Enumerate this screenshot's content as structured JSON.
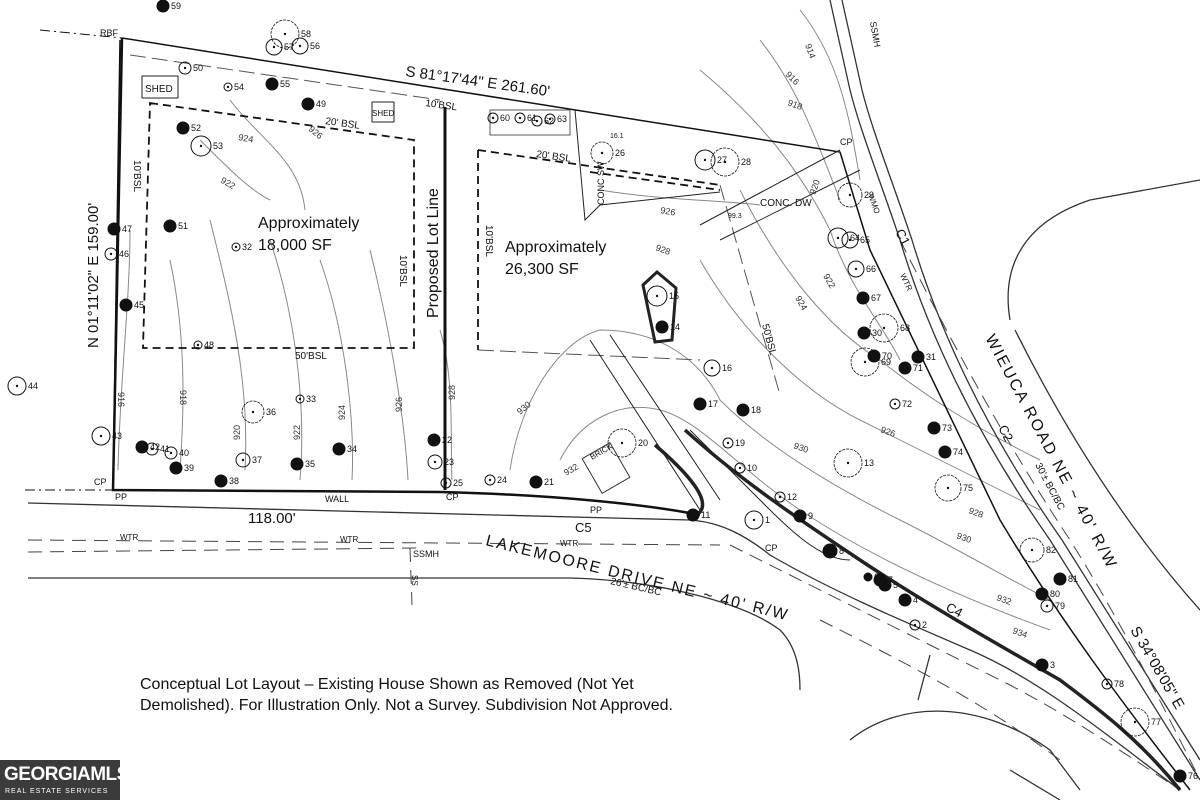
{
  "plat": {
    "bearing_north": "S 81°17'44\" E  261.60'",
    "bearing_west": "N 01°11'02\" E  159.00'",
    "bearing_east": "S 34°08'05\" E",
    "frontage_south": "118.00'",
    "road_lakemoore": "LAKEMOORE DRIVE NE ~ 40' R/W",
    "road_lakemoore_width": "26'± BC/BC",
    "road_wieuca": "WIEUCA ROAD NE ~ 40' R/W",
    "road_wieuca_width": "30'± BC/BC",
    "lot_left_line1": "Approximately",
    "lot_left_line2": "18,000 SF",
    "lot_right_line1": "Approximately",
    "lot_right_line2": "26,300 SF",
    "proposed_lot_line": "Proposed Lot Line",
    "bsl_20_left": "20' BSL",
    "bsl_20_right": "20' BSL",
    "bsl_10_top": "10'BSL",
    "bsl_10_left": "10'BSL",
    "bsl_10_mid": "10'BSL",
    "bsl_10_right": "10'BSL",
    "bsl_50_left": "50'BSL",
    "bsl_50_right": "50'BSL",
    "shed_1": "SHED",
    "shed_2": "SHED",
    "rbf": "RBF",
    "cp_1": "CP",
    "cp_2": "CP",
    "cp_3": "CP",
    "cp_4": "CP",
    "pp_1": "PP",
    "pp_2": "PP",
    "wall": "WALL",
    "ssmh_1": "SSMH",
    "ssmh_2": "SSMH",
    "conc_dw": "CONC. DW",
    "conc_sw": "CONC SW",
    "brick": "BRICK",
    "wmo": "WMO",
    "ss": "SS",
    "wtr": "WTR",
    "curve_c1": "C1",
    "curve_c2": "C2",
    "curve_c4": "C4",
    "curve_c5": "C5",
    "spot_16_1": "16.1",
    "spot_99_3": "99.3",
    "contours": [
      "914",
      "916",
      "918",
      "920",
      "922",
      "924",
      "926",
      "928",
      "930",
      "932",
      "934"
    ],
    "trees": [
      "1",
      "2",
      "3",
      "4",
      "5",
      "6",
      "7",
      "8",
      "9",
      "10",
      "11",
      "12",
      "13",
      "14",
      "15",
      "16",
      "17",
      "18",
      "19",
      "20",
      "21",
      "22",
      "23",
      "24",
      "25",
      "26",
      "27",
      "28",
      "29",
      "30",
      "31",
      "32",
      "33",
      "34",
      "35",
      "36",
      "37",
      "38",
      "39",
      "40",
      "41",
      "42",
      "43",
      "44",
      "45",
      "46",
      "47",
      "48",
      "49",
      "50",
      "51",
      "52",
      "53",
      "54",
      "55",
      "56",
      "57",
      "58",
      "59",
      "60",
      "61",
      "62",
      "63",
      "64",
      "65",
      "66",
      "67",
      "68",
      "69",
      "70",
      "71",
      "72",
      "73",
      "74",
      "75",
      "76",
      "77",
      "78",
      "79",
      "80",
      "81",
      "82"
    ]
  },
  "note": {
    "line1": "Conceptual Lot Layout – Existing House Shown as Removed (Not Yet",
    "line2": "Demolished). For Illustration Only. Not a Survey. Subdivision Not Approved."
  },
  "logo": {
    "brand": "GEORGIAMLS",
    "sub": "REAL ESTATE SERVICES"
  }
}
